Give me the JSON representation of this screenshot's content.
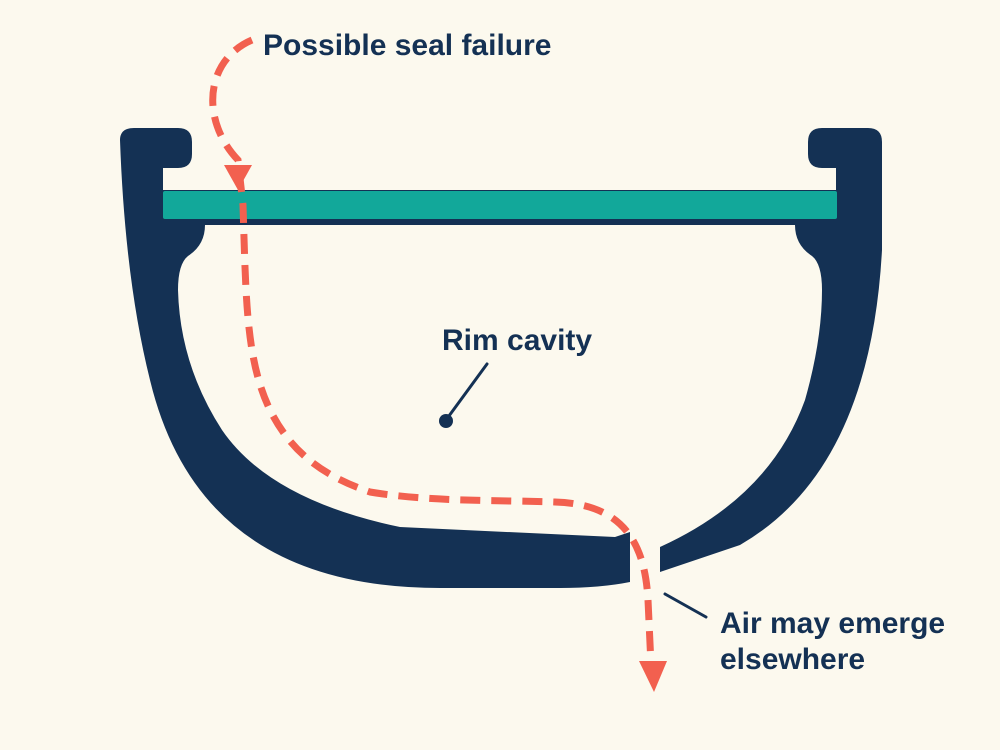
{
  "labels": {
    "seal_failure": "Possible seal failure",
    "rim_cavity": "Rim cavity",
    "air_line1": "Air may emerge",
    "air_line2": "elsewhere"
  },
  "colors": {
    "background": "#fcf9ee",
    "rim": "#143154",
    "rim_tape": "#12a89a",
    "air_path": "#f2604f",
    "text": "#143154"
  },
  "icons": {
    "air_path": "dashed-arrow-icon",
    "leader": "leader-line-icon"
  }
}
